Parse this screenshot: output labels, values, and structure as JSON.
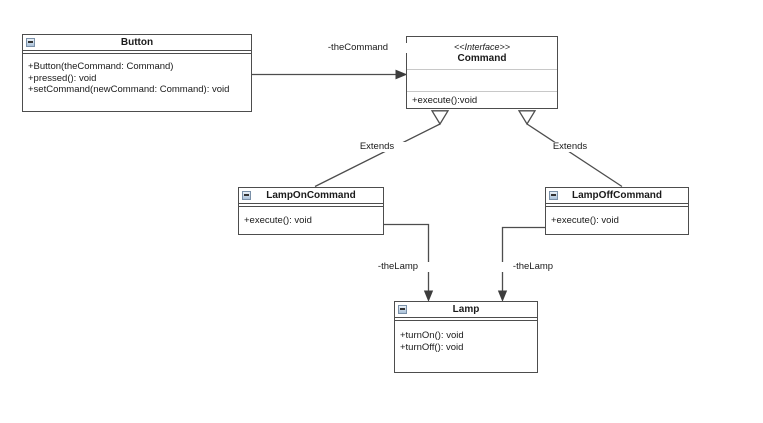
{
  "diagram": {
    "kind": "uml-class-diagram",
    "pattern": "Command pattern"
  },
  "nodes": {
    "button": {
      "title": "Button",
      "methods": [
        "+Button(theCommand: Command)",
        "+pressed(): void",
        "+setCommand(newCommand: Command): void"
      ]
    },
    "command": {
      "stereotype": "<<Interface>>",
      "title": "Command",
      "methods": [
        "+execute():void"
      ]
    },
    "lamp_on_command": {
      "title": "LampOnCommand",
      "methods": [
        "+execute(): void"
      ]
    },
    "lamp_off_command": {
      "title": "LampOffCommand",
      "methods": [
        "+execute(): void"
      ]
    },
    "lamp": {
      "title": "Lamp",
      "methods": [
        "+turnOn(): void",
        "+turnOff(): void"
      ]
    }
  },
  "edges": {
    "the_command": {
      "label": "-theCommand",
      "type": "association",
      "from": "Button",
      "to": "Command"
    },
    "extends_left": {
      "label": "Extends",
      "type": "generalization",
      "from": "LampOnCommand",
      "to": "Command"
    },
    "extends_right": {
      "label": "Extends",
      "type": "generalization",
      "from": "LampOffCommand",
      "to": "Command"
    },
    "the_lamp_left": {
      "label": "-theLamp",
      "type": "association",
      "from": "LampOnCommand",
      "to": "Lamp"
    },
    "the_lamp_right": {
      "label": "-theLamp",
      "type": "association",
      "from": "LampOffCommand",
      "to": "Lamp"
    }
  },
  "colors": {
    "background": "#ffffff",
    "box_border": "#4d4d4d",
    "box_fill": "#ffffff",
    "edge_line": "#4d4d4d",
    "text": "#1a1a1a",
    "interface_separator": "#c8c8c8",
    "collapse_icon_fill": "#bfd3e6",
    "collapse_icon_border": "#7a90a8"
  }
}
